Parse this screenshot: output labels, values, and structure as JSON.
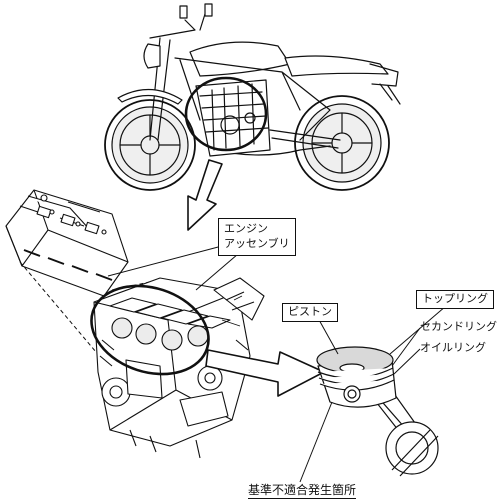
{
  "labels": {
    "engine_assembly_line1": "エンジン",
    "engine_assembly_line2": "アッセンブリ",
    "piston": "ピストン",
    "top_ring": "トップリング",
    "second_ring": "セカンドリング",
    "oil_ring": "オイルリング",
    "defect_location": "基準不適合発生箇所"
  },
  "colors": {
    "line": "#111111",
    "shade": "#d9d9d9",
    "background": "#ffffff"
  },
  "icons": [
    "motorcycle-drawing",
    "cylinder-head-drawing",
    "engine-block-drawing",
    "piston-connecting-rod-drawing",
    "callout-arrow"
  ]
}
